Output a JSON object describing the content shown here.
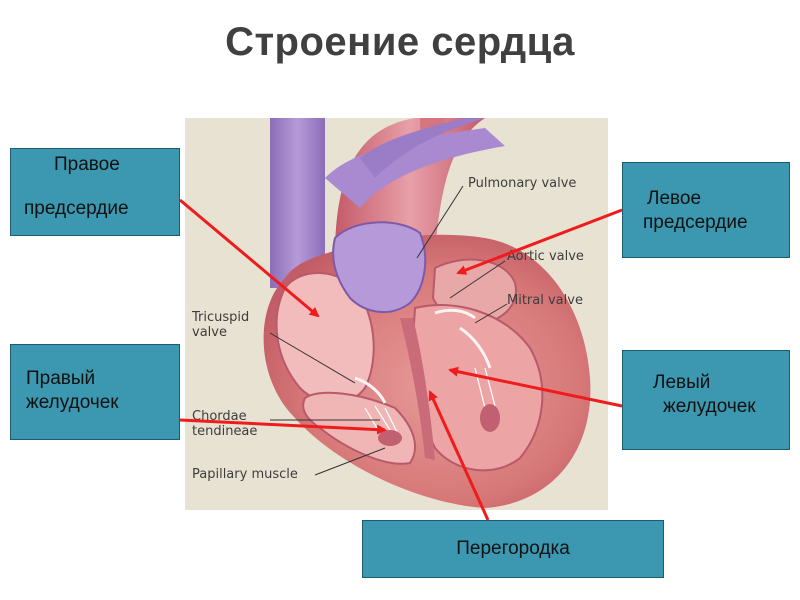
{
  "title": "Строение сердца",
  "figure_labels": {
    "pulmonary_valve": "Pulmonary valve",
    "aortic_valve": "Aortic valve",
    "mitral_valve": "Mitral valve",
    "tricuspid_line1": "Tricuspid",
    "tricuspid_line2": "valve",
    "chordae_line1": "Chordae",
    "chordae_line2": "tendineae",
    "papillary_muscle": "Papillary muscle"
  },
  "callouts": {
    "right_atrium_line1": "Правое",
    "right_atrium_line2": "предсердие",
    "right_ventricle_line1": "Правый",
    "right_ventricle_line2": "желудочек",
    "left_atrium_line1": "Левое",
    "left_atrium_line2": "предсердие",
    "left_ventricle_line1": "Левый",
    "left_ventricle_line2": "желудочек",
    "septum": "Перегородка"
  },
  "colors": {
    "callout_fill": "#3b98b0",
    "arrow": "#ee1c1c",
    "title_text": "#404040"
  }
}
